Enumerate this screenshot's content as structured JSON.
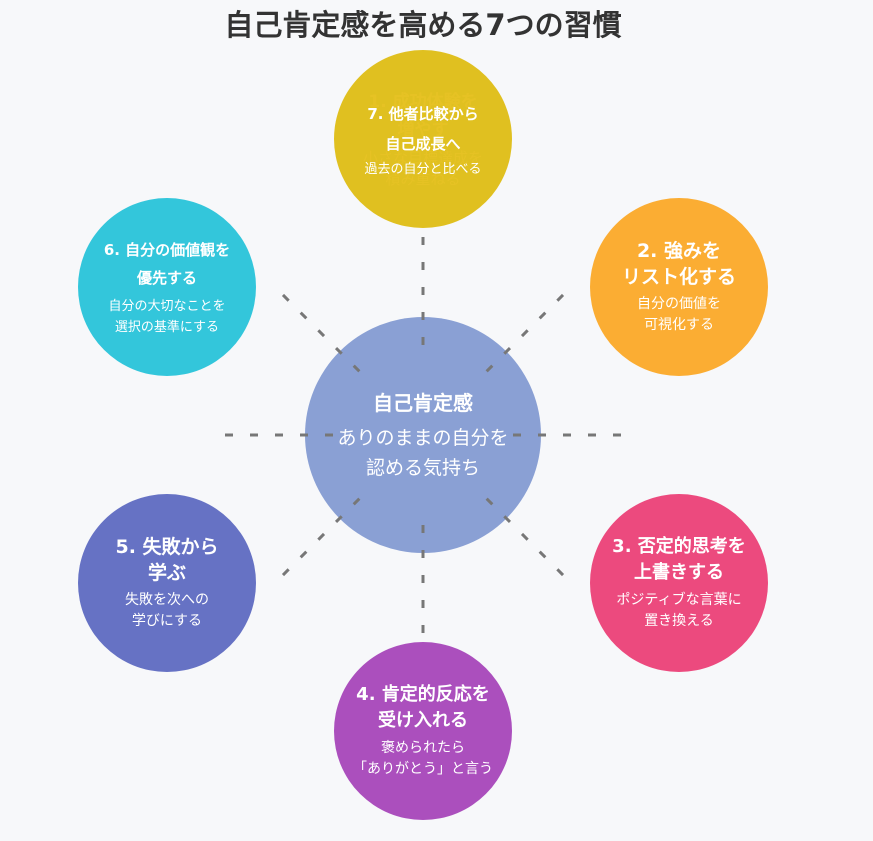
{
  "title": "自己肯定感を高める7つの習慣",
  "center": {
    "title": "自己肯定感",
    "desc": "ありのままの自分を\n認める気持ち",
    "color": "#8aa0d4"
  },
  "habits": [
    {
      "title": "1. 成功体験を\n増やす",
      "desc": "小さな目標達成を\n積み重ねる"
    },
    {
      "title": "2. 強みを\nリスト化する",
      "desc": "自分の価値を\n可視化する",
      "color": "#fbad33"
    },
    {
      "title": "3. 否定的思考を\n上書きする",
      "desc": "ポジティブな言葉に\n置き換える",
      "color": "#ec4a7e"
    },
    {
      "title": "4. 肯定的反応を\n受け入れる",
      "desc": "褒められたら\n「ありがとう」と言う",
      "color": "#ab4fbd"
    },
    {
      "title": "5. 失敗から\n学ぶ",
      "desc": "失敗を次への\n学びにする",
      "color": "#6672c4"
    },
    {
      "title": "6. 自分の価値観を\n優先する",
      "desc": "自分の大切なことを\n選択の基準にする",
      "color": "#33c6db"
    },
    {
      "title": "7. 他者比較から\n自己成長へ",
      "desc": "過去の自分と比べる",
      "color": "#e0c020"
    }
  ]
}
